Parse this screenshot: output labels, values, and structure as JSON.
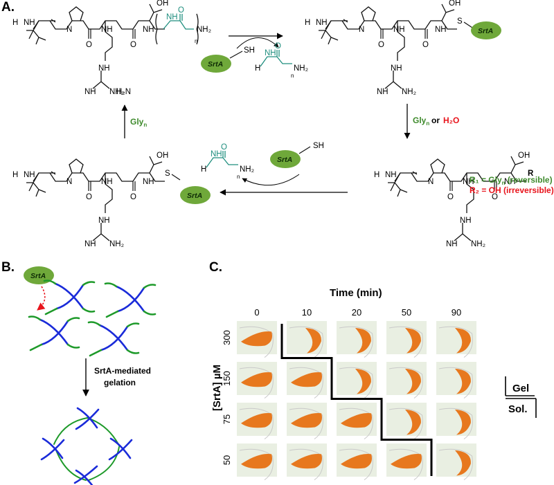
{
  "panels": {
    "a": "A.",
    "b": "B.",
    "c": "C."
  },
  "enzyme": "SrtA",
  "chem": {
    "sh": "SH",
    "s": "S",
    "oh": "OH",
    "nh": "NH",
    "n": "N",
    "h": "H",
    "h2n": "H₂N",
    "nh2": "NH₂",
    "o": "O",
    "sub_n": "n",
    "r_atom": "R"
  },
  "reagents": {
    "gly_n": "Gly",
    "gly_sub": "n",
    "or_text": "or",
    "water": "H₂O"
  },
  "r_labels": {
    "r1": "R₁ = Gly",
    "r1_sub": "n",
    "r1_suffix": " (reversible)",
    "r2": "R₂ = OH (irreversible)"
  },
  "panel_b": {
    "process_line1": "SrtA-mediated",
    "process_line2": "gelation"
  },
  "panel_c": {
    "x_title": "Time (min)",
    "y_title": "[SrtA] µM",
    "times": [
      "0",
      "10",
      "20",
      "50",
      "90"
    ],
    "concentrations": [
      "300",
      "150",
      "75",
      "50"
    ],
    "legend_gel": "Gel",
    "legend_sol": "Sol."
  },
  "colors": {
    "green_enzyme": "#6fa83a",
    "green_text": "#3e8a2c",
    "red_text": "#e8131b",
    "teal_gly": "#1e8e7e",
    "network_blue": "#1a2bd9",
    "network_green": "#1e9a2a",
    "gel_orange": "#e7781e",
    "vial_bg": "#e9efe2"
  },
  "chart_data": {
    "type": "table",
    "title": "",
    "xlabel": "Time (min)",
    "ylabel": "[SrtA] µM",
    "columns": [
      "0",
      "10",
      "20",
      "50",
      "90"
    ],
    "rows": [
      "300",
      "150",
      "75",
      "50"
    ],
    "gelled_from_time_min": {
      "300": "10",
      "150": "20",
      "75": "50",
      "50": "90"
    }
  }
}
